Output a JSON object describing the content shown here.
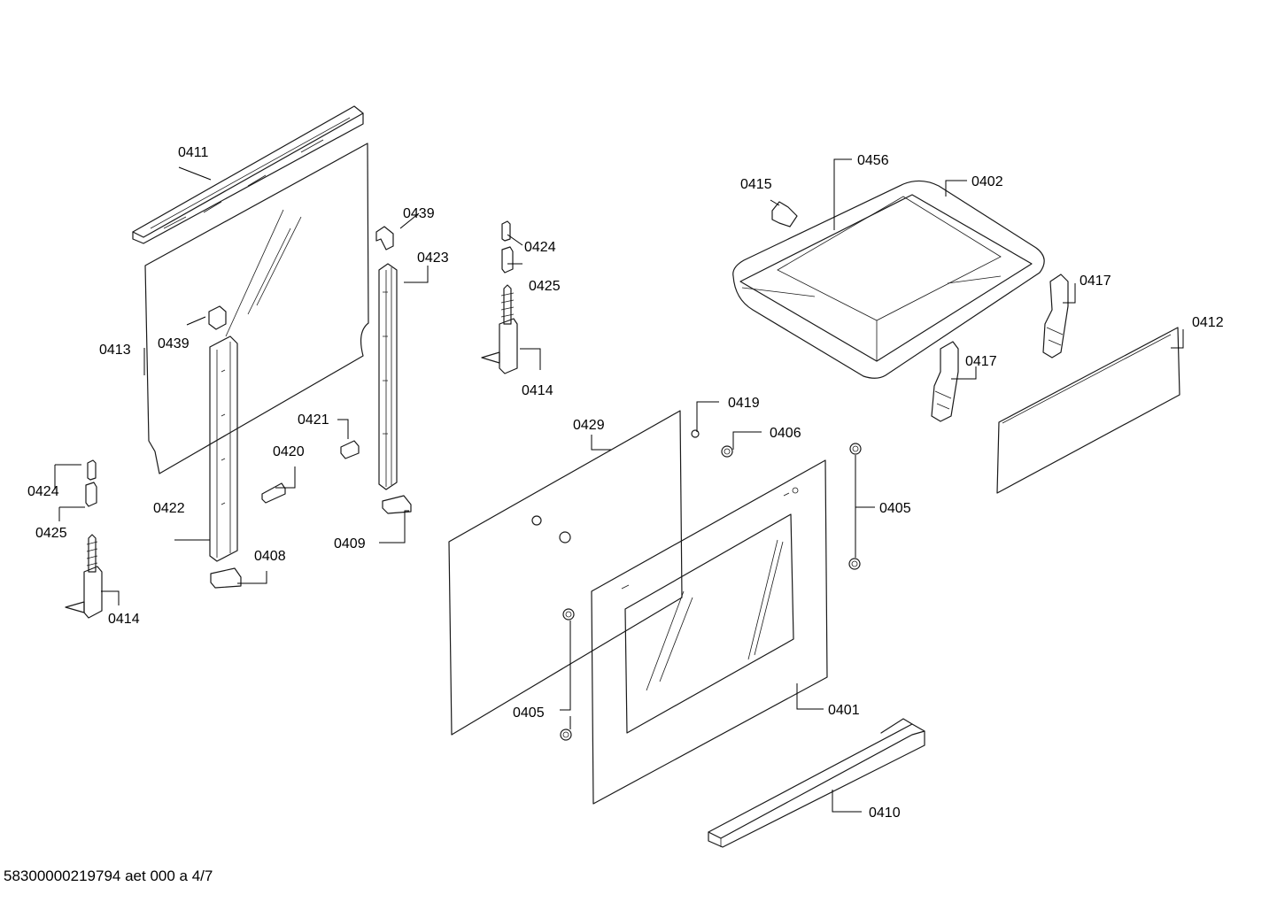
{
  "labels": {
    "p0401": "0401",
    "p0402": "0402",
    "p0405a": "0405",
    "p0405b": "0405",
    "p0406": "0406",
    "p0408": "0408",
    "p0409": "0409",
    "p0410": "0410",
    "p0411": "0411",
    "p0412": "0412",
    "p0413": "0413",
    "p0414a": "0414",
    "p0414b": "0414",
    "p0415": "0415",
    "p0417a": "0417",
    "p0417b": "0417",
    "p0419": "0419",
    "p0420": "0420",
    "p0421": "0421",
    "p0422": "0422",
    "p0423": "0423",
    "p0424a": "0424",
    "p0424b": "0424",
    "p0425a": "0425",
    "p0425b": "0425",
    "p0429": "0429",
    "p0439a": "0439",
    "p0439b": "0439",
    "p0456": "0456"
  },
  "footer": "58300000219794 aet 000 a 4/7"
}
